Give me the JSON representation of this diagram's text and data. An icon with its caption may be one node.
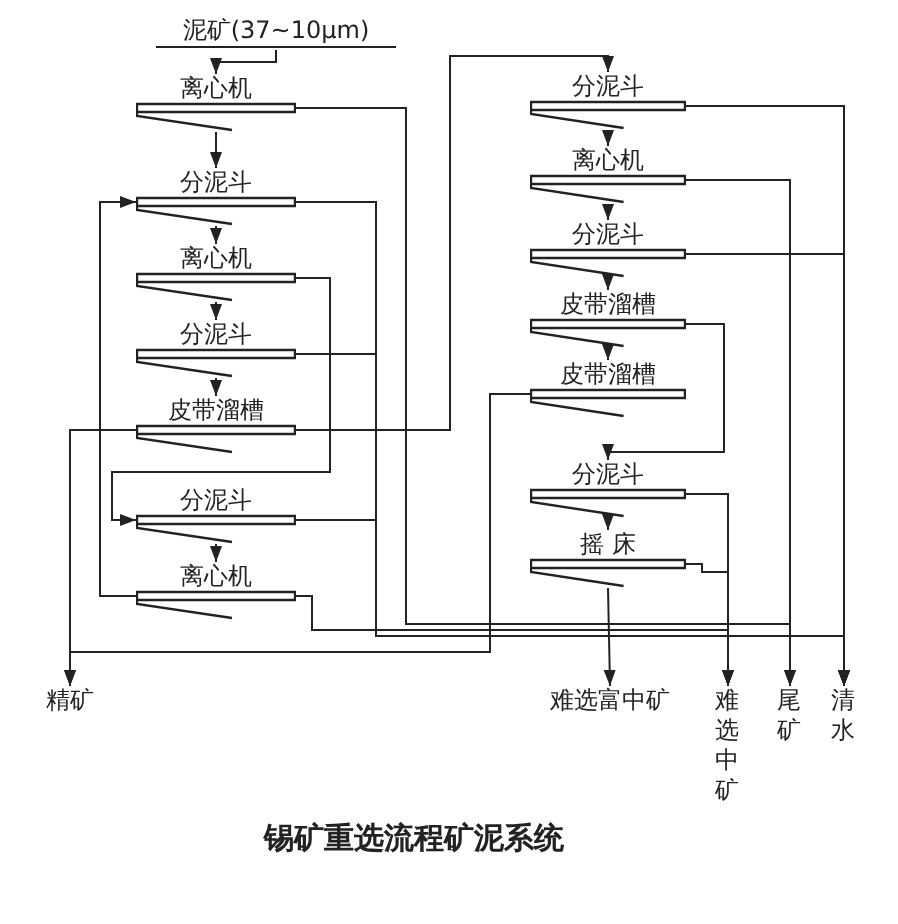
{
  "diagram": {
    "caption": "锡矿重选流程矿泥系统",
    "nodes": [
      {
        "text": [
          "泥矿(37~10μm)"
        ]
      },
      {
        "text": [
          "离心机"
        ]
      },
      {
        "text": [
          "分泥斗"
        ]
      },
      {
        "text": [
          "离心机"
        ]
      },
      {
        "text": [
          "分泥斗"
        ]
      },
      {
        "text": [
          "皮带溜槽"
        ]
      },
      {
        "text": [
          "分泥斗"
        ]
      },
      {
        "text": [
          "离心机"
        ]
      },
      {
        "text": [
          "分泥斗"
        ]
      },
      {
        "text": [
          "离心机"
        ]
      },
      {
        "text": [
          "分泥斗"
        ]
      },
      {
        "text": [
          "皮带溜槽"
        ]
      },
      {
        "text": [
          "皮带溜槽"
        ]
      },
      {
        "text": [
          "分泥斗"
        ]
      },
      {
        "text": [
          "摇 床"
        ]
      },
      {
        "text": [
          "精矿"
        ]
      },
      {
        "text": [
          "难选富中矿"
        ]
      },
      {
        "text": [
          "难选中矿"
        ]
      },
      {
        "text": [
          "尾矿"
        ]
      },
      {
        "text": [
          "清水"
        ]
      }
    ],
    "edges": [
      {
        "from": 0,
        "to": 1,
        "arrow": "to"
      },
      {
        "from": 1,
        "to": 2,
        "arrow": "to"
      },
      {
        "from": 1,
        "to": 18,
        "arrow": "to"
      },
      {
        "from": 2,
        "to": 3,
        "arrow": "to"
      },
      {
        "from": 2,
        "to": 19,
        "arrow": "to"
      },
      {
        "from": 3,
        "to": 4,
        "arrow": "to"
      },
      {
        "from": 3,
        "to": 6,
        "arrow": "to"
      },
      {
        "from": 4,
        "to": 5,
        "arrow": "to"
      },
      {
        "from": 4,
        "to": 19,
        "arrow": "to"
      },
      {
        "from": 5,
        "to": 8,
        "arrow": "to"
      },
      {
        "from": 5,
        "to": 15,
        "arrow": "to"
      },
      {
        "from": 6,
        "to": 7,
        "arrow": "to"
      },
      {
        "from": 6,
        "to": 19,
        "arrow": "to"
      },
      {
        "from": 7,
        "to": 2,
        "arrow": "to"
      },
      {
        "from": 7,
        "to": 17,
        "arrow": "to"
      },
      {
        "from": 8,
        "to": 9,
        "arrow": "to"
      },
      {
        "from": 8,
        "to": 19,
        "arrow": "to"
      },
      {
        "from": 9,
        "to": 10,
        "arrow": "to"
      },
      {
        "from": 9,
        "to": 18,
        "arrow": "to"
      },
      {
        "from": 10,
        "to": 11,
        "arrow": "to"
      },
      {
        "from": 10,
        "to": 19,
        "arrow": "to"
      },
      {
        "from": 11,
        "to": 12,
        "arrow": "to"
      },
      {
        "from": 11,
        "to": 13,
        "arrow": "to"
      },
      {
        "from": 12,
        "to": 15,
        "arrow": "to"
      },
      {
        "from": 13,
        "to": 14,
        "arrow": "to"
      },
      {
        "from": 13,
        "to": 17,
        "arrow": "to"
      },
      {
        "from": 14,
        "to": 16,
        "arrow": "to"
      },
      {
        "from": 14,
        "to": 17,
        "arrow": "to"
      }
    ]
  }
}
